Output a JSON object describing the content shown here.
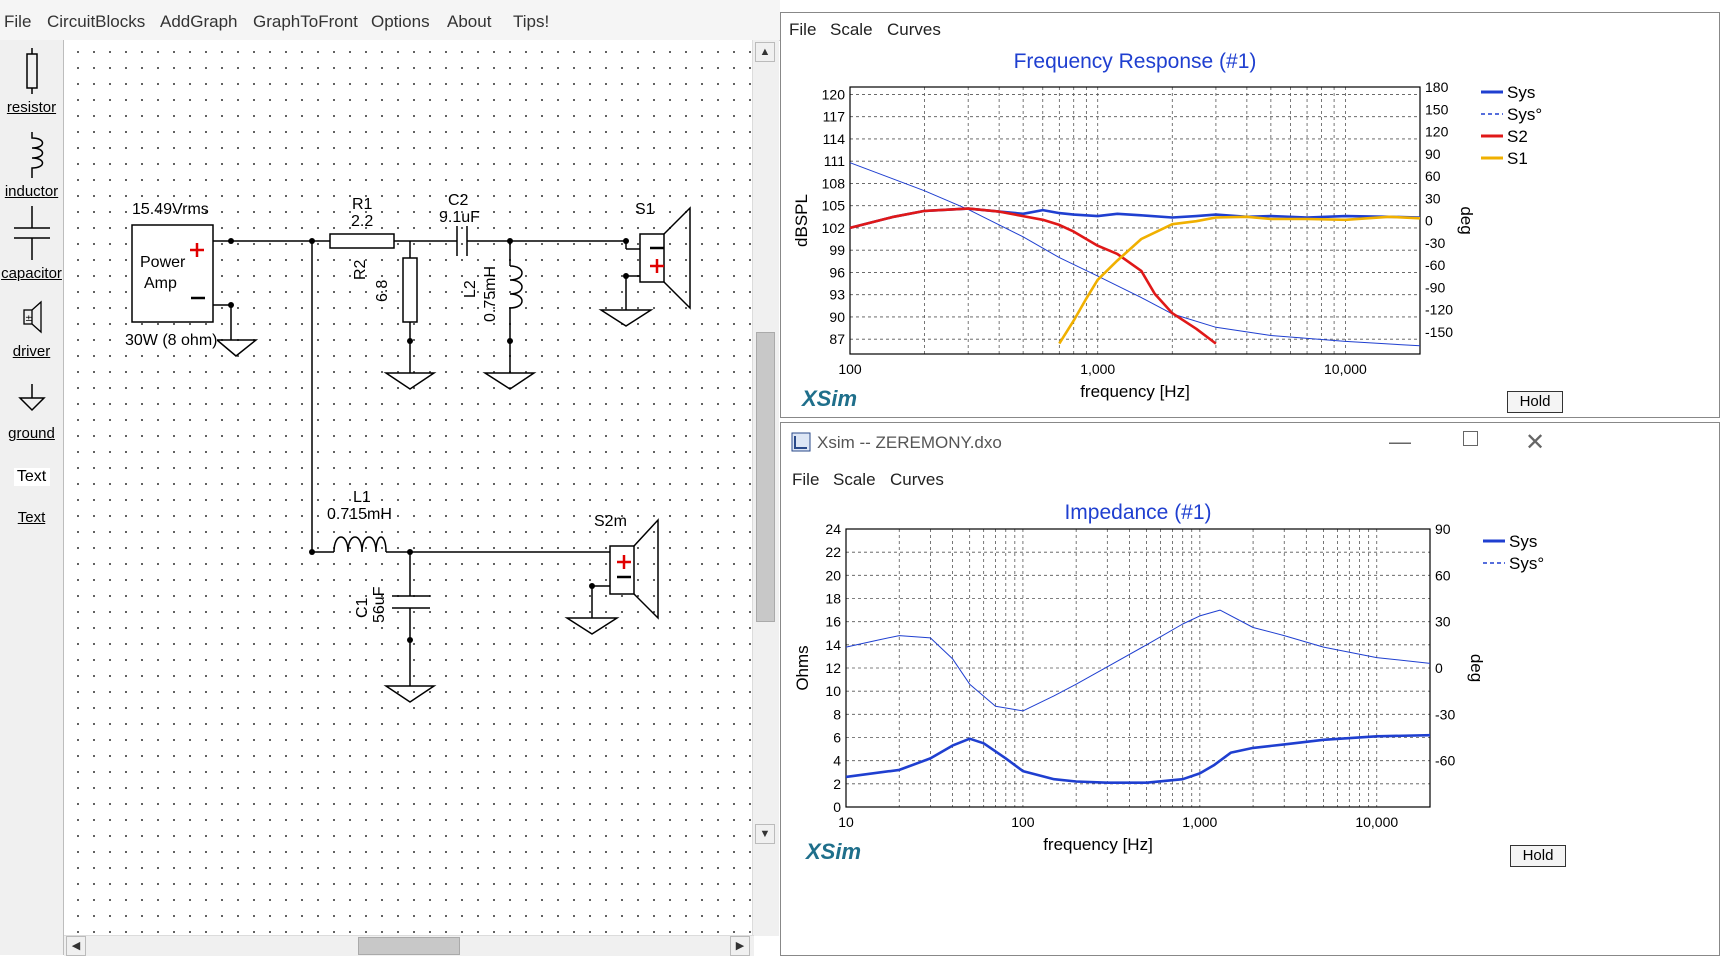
{
  "menu": {
    "items": [
      "File",
      "CircuitBlocks",
      "AddGraph",
      "GraphToFront",
      "Options",
      "About",
      "Tips!"
    ]
  },
  "toolbox": {
    "resistor": "resistor",
    "inductor": "inductor",
    "capacitor": "capacitor",
    "driver": "driver",
    "ground": "ground",
    "text_sample": "Text",
    "text": "Text"
  },
  "circuit": {
    "amp_voltage": "15.49Vrms",
    "amp_label1": "Power",
    "amp_label2": "Amp",
    "amp_rating": "30W (8 ohm)",
    "r1_name": "R1",
    "r1_value": "2.2",
    "c2_name": "C2",
    "c2_value": "9.1uF",
    "r2_name": "R2",
    "r2_value": "6.8",
    "l2_name": "L2",
    "l2_value": "0.75mH",
    "s1_name": "S1",
    "l1_name": "L1",
    "l1_value": "0.715mH",
    "c1_name": "C1",
    "c1_value": "56uF",
    "s2_name": "S2m"
  },
  "freq_window": {
    "menu": [
      "File",
      "Scale",
      "Curves"
    ],
    "title": "Frequency Response (#1)",
    "ylabel": "dBSPL",
    "y2label": "deg",
    "xlabel": "frequency [Hz]",
    "logo": "XSim",
    "hold": "Hold",
    "legend": [
      {
        "name": "Sys",
        "color": "#1f3fd0",
        "style": "solid"
      },
      {
        "name": "Sys°",
        "color": "#1f3fd0",
        "style": "dash"
      },
      {
        "name": "S2",
        "color": "#e01818",
        "style": "solid"
      },
      {
        "name": "S1",
        "color": "#f0b000",
        "style": "solid"
      }
    ]
  },
  "imp_window": {
    "title_bar": "Xsim -- ZEREMONY.dxo",
    "menu": [
      "File",
      "Scale",
      "Curves"
    ],
    "title": "Impedance (#1)",
    "ylabel": "Ohms",
    "y2label": "deg",
    "xlabel": "frequency [Hz]",
    "logo": "XSim",
    "hold": "Hold",
    "legend": [
      {
        "name": "Sys",
        "color": "#1f3fd0",
        "style": "solid"
      },
      {
        "name": "Sys°",
        "color": "#1f3fd0",
        "style": "dash"
      }
    ]
  },
  "chart_data": [
    {
      "type": "line",
      "title": "Frequency Response (#1)",
      "xlabel": "frequency [Hz]",
      "ylabel": "dBSPL",
      "y2label": "deg",
      "xscale": "log",
      "xlim": [
        100,
        20000
      ],
      "ylim": [
        85,
        121
      ],
      "y2lim": [
        -180,
        180
      ],
      "x_ticks": [
        "100",
        "1,000",
        "10,000"
      ],
      "y_ticks": [
        "120",
        "117",
        "114",
        "111",
        "108",
        "105",
        "102",
        "99",
        "96",
        "93",
        "90",
        "87"
      ],
      "y2_ticks": [
        "180",
        "150",
        "120",
        "90",
        "60",
        "30",
        "0",
        "-30",
        "-60",
        "-90",
        "-120",
        "-150"
      ],
      "grid": true,
      "legend": "top-right",
      "series": [
        {
          "name": "Sys",
          "color": "#1f3fd0",
          "x": [
            100,
            150,
            200,
            300,
            400,
            500,
            600,
            700,
            800,
            1000,
            1200,
            1500,
            2000,
            2500,
            3000,
            4000,
            5000,
            7000,
            10000,
            15000,
            20000
          ],
          "y": [
            102,
            103.5,
            104.3,
            104.6,
            104.2,
            103.9,
            104.4,
            104.0,
            103.8,
            103.6,
            103.9,
            103.7,
            103.4,
            103.6,
            103.8,
            103.5,
            103.6,
            103.4,
            103.6,
            103.5,
            103.4
          ]
        },
        {
          "name": "Sys°",
          "color": "#1f3fd0",
          "dash": true,
          "x": [
            100,
            200,
            300,
            500,
            700,
            1000,
            1500,
            2000,
            3000,
            5000,
            10000,
            20000
          ],
          "y": [
            110.8,
            107,
            104.5,
            100.8,
            98,
            95.5,
            92.6,
            90.4,
            88.6,
            87.5,
            86.7,
            86.1
          ]
        },
        {
          "name": "S2",
          "color": "#e01818",
          "x": [
            100,
            150,
            200,
            300,
            400,
            500,
            600,
            700,
            800,
            1000,
            1200,
            1500,
            1700,
            2000,
            2500,
            3000
          ],
          "y": [
            102,
            103.5,
            104.3,
            104.6,
            104.2,
            103.6,
            103.1,
            102.4,
            101.5,
            99.6,
            98.5,
            96.2,
            93.1,
            90.5,
            88.4,
            86.4
          ]
        },
        {
          "name": "S1",
          "color": "#f0b000",
          "x": [
            700,
            800,
            900,
            1000,
            1200,
            1500,
            2000,
            2500,
            3000,
            4000,
            5000,
            7000,
            10000,
            15000,
            20000
          ],
          "y": [
            86.4,
            89.5,
            92.5,
            95,
            97.6,
            100.5,
            102.5,
            102.9,
            103.4,
            103.5,
            103.2,
            103.2,
            103.1,
            103.5,
            103.3
          ]
        }
      ]
    },
    {
      "type": "line",
      "title": "Impedance (#1)",
      "xlabel": "frequency [Hz]",
      "ylabel": "Ohms",
      "y2label": "deg",
      "xscale": "log",
      "xlim": [
        10,
        20000
      ],
      "ylim": [
        0,
        24
      ],
      "y2lim": [
        -90,
        90
      ],
      "x_ticks": [
        "10",
        "100",
        "1,000",
        "10,000"
      ],
      "y_ticks": [
        "24",
        "22",
        "20",
        "18",
        "16",
        "14",
        "12",
        "10",
        "8",
        "6",
        "4",
        "2",
        "0"
      ],
      "y2_ticks": [
        "90",
        "60",
        "30",
        "0",
        "-30",
        "-60"
      ],
      "grid": true,
      "legend": "top-right",
      "series": [
        {
          "name": "Sys",
          "color": "#1f3fd0",
          "x": [
            10,
            20,
            30,
            40,
            50,
            60,
            80,
            100,
            150,
            200,
            300,
            500,
            800,
            1000,
            1200,
            1500,
            2000,
            3000,
            5000,
            10000,
            20000
          ],
          "y": [
            2.6,
            3.2,
            4.2,
            5.3,
            5.9,
            5.5,
            4.2,
            3.1,
            2.4,
            2.2,
            2.1,
            2.1,
            2.4,
            2.9,
            3.6,
            4.7,
            5.1,
            5.4,
            5.8,
            6.1,
            6.2
          ]
        },
        {
          "name": "Sys°",
          "color": "#1f3fd0",
          "dash": true,
          "x": [
            10,
            15,
            20,
            30,
            40,
            50,
            70,
            100,
            150,
            200,
            300,
            500,
            800,
            1000,
            1300,
            2000,
            3000,
            5000,
            10000,
            20000
          ],
          "y": [
            13.8,
            14.4,
            14.8,
            14.6,
            12.8,
            10.6,
            8.7,
            8.3,
            9.6,
            10.6,
            12.1,
            14,
            15.8,
            16.5,
            17,
            15.5,
            14.8,
            13.8,
            12.9,
            12.4
          ]
        }
      ]
    }
  ]
}
